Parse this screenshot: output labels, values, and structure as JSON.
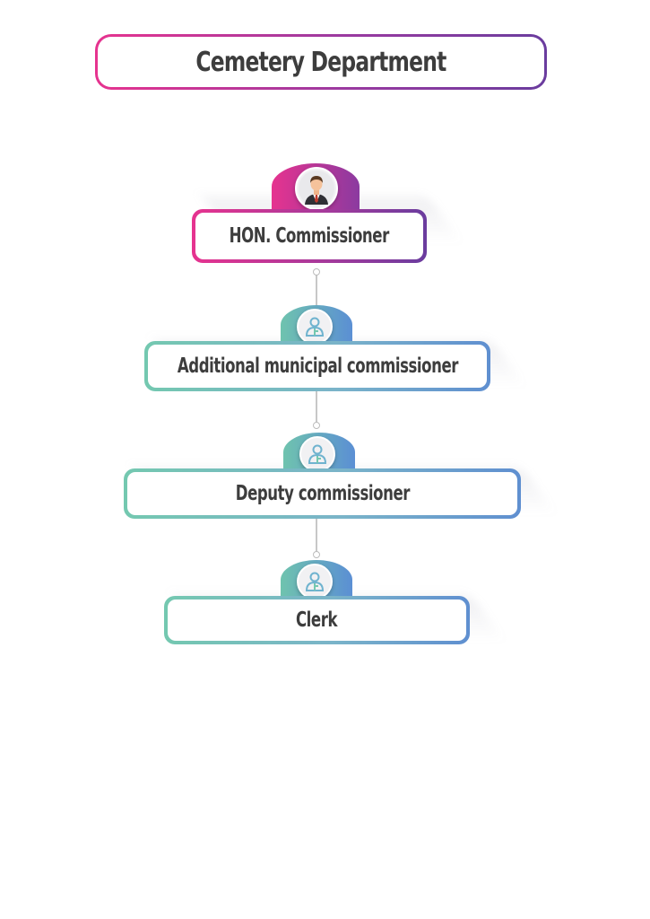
{
  "title": "Cemetery Department",
  "nodes": [
    {
      "label": "HON. Commissioner",
      "avatar_icon": "businessman-icon"
    },
    {
      "label": "Additional municipal commissioner",
      "avatar_icon": "user-icon"
    },
    {
      "label": "Deputy commissioner",
      "avatar_icon": "user-icon"
    },
    {
      "label": "Clerk",
      "avatar_icon": "user-icon"
    }
  ],
  "colors": {
    "pink_start": "#e6338f",
    "purple_end": "#6a3c9e",
    "teal_start": "#74c8b0",
    "blue_end": "#5f8fd0",
    "text": "#3d3d3d"
  }
}
